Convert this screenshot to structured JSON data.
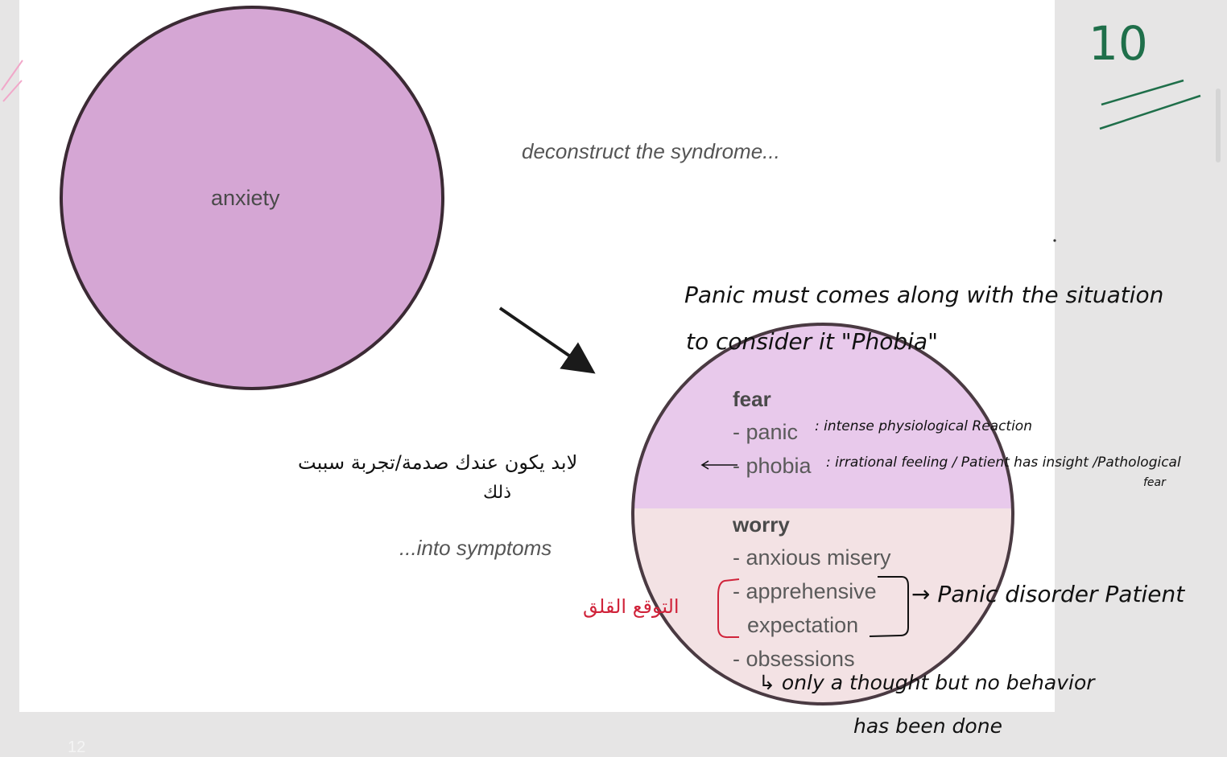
{
  "slide": {
    "big_circle_label": "anxiety",
    "caption_top": "deconstruct the syndrome...",
    "caption_bottom": "...into symptoms",
    "fear": {
      "heading": "fear",
      "items": [
        "- panic",
        "- phobia"
      ]
    },
    "worry": {
      "heading": "worry",
      "items": [
        "- anxious misery",
        "- apprehensive",
        "expectation",
        "- obsessions"
      ]
    },
    "page_number": "12"
  },
  "annotations": {
    "score": "10",
    "top_note_line1": "Panic must comes along with the situation",
    "top_note_line2": "to consider it \"Phobia\"",
    "panic_note": ": intense physiological Reaction",
    "phobia_note": ": irrational feeling / Patient has insight /Pathological",
    "phobia_note_end": "fear",
    "arabic_note_line1": "لابد يكون عندك صدمة/تجربة سببت",
    "arabic_note_line2": "ذلك",
    "arabic_red": "التوقع القلق",
    "panic_disorder": "→ Panic disorder Patient",
    "obsession_note": "↳ only a thought but no behavior",
    "obsession_note_2": "has been done"
  },
  "colors": {
    "big_circle_fill": "#d5a6d4",
    "fear_fill": "#e8c9eb",
    "worry_fill": "#f3e2e4",
    "circle_stroke": "#3b2a34",
    "ink_green": "#1f6f4a",
    "ink_red": "#d0233a",
    "ink_pink": "#f1a7c9"
  }
}
